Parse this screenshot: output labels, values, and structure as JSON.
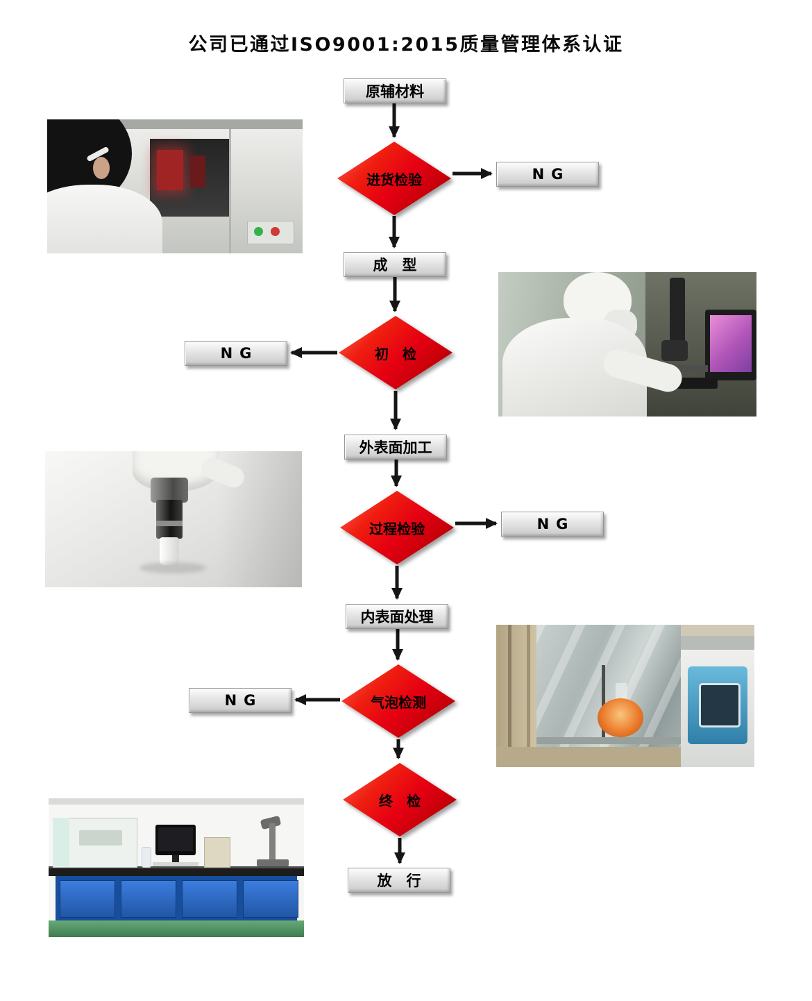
{
  "title": "公司已通过ISO9001:2015质量管理体系认证",
  "flow": {
    "nodes": [
      {
        "id": "raw-materials",
        "type": "process",
        "label": "原辅材料"
      },
      {
        "id": "incoming-inspection",
        "type": "decision",
        "label": "进货检验",
        "ng": "NG",
        "ng_side": "right"
      },
      {
        "id": "forming",
        "type": "process",
        "label": "成　型"
      },
      {
        "id": "initial-inspection",
        "type": "decision",
        "label": "初　检",
        "ng": "NG",
        "ng_side": "left"
      },
      {
        "id": "outer-surface-processing",
        "type": "process",
        "label": "外表面加工"
      },
      {
        "id": "process-inspection",
        "type": "decision",
        "label": "过程检验",
        "ng": "NG",
        "ng_side": "right"
      },
      {
        "id": "inner-surface-treatment",
        "type": "process",
        "label": "内表面处理"
      },
      {
        "id": "bubble-detection",
        "type": "decision",
        "label": "气泡检测",
        "ng": "NG",
        "ng_side": "left"
      },
      {
        "id": "final-inspection",
        "type": "decision",
        "label": "终　检"
      },
      {
        "id": "release",
        "type": "process",
        "label": "放　行"
      }
    ],
    "edges": [
      {
        "from": "raw-materials",
        "to": "incoming-inspection"
      },
      {
        "from": "incoming-inspection",
        "to": "ng",
        "side": "right"
      },
      {
        "from": "incoming-inspection",
        "to": "forming"
      },
      {
        "from": "forming",
        "to": "initial-inspection"
      },
      {
        "from": "initial-inspection",
        "to": "ng",
        "side": "left"
      },
      {
        "from": "initial-inspection",
        "to": "outer-surface-processing"
      },
      {
        "from": "outer-surface-processing",
        "to": "process-inspection"
      },
      {
        "from": "process-inspection",
        "to": "ng",
        "side": "right"
      },
      {
        "from": "process-inspection",
        "to": "inner-surface-treatment"
      },
      {
        "from": "inner-surface-treatment",
        "to": "bubble-detection"
      },
      {
        "from": "bubble-detection",
        "to": "ng",
        "side": "left"
      },
      {
        "from": "bubble-detection",
        "to": "final-inspection"
      },
      {
        "from": "final-inspection",
        "to": "release"
      }
    ]
  },
  "colors": {
    "decision_fill": "#e60012",
    "process_fill": "#d9d9d9",
    "arrow": "#151515",
    "text": "#000000",
    "background": "#ffffff"
  },
  "photos": [
    {
      "name": "spectrometer-operator-photo"
    },
    {
      "name": "microscope-inspection-photo"
    },
    {
      "name": "surface-machining-photo"
    },
    {
      "name": "fume-hood-test-photo"
    },
    {
      "name": "lab-bench-instruments-photo"
    }
  ]
}
